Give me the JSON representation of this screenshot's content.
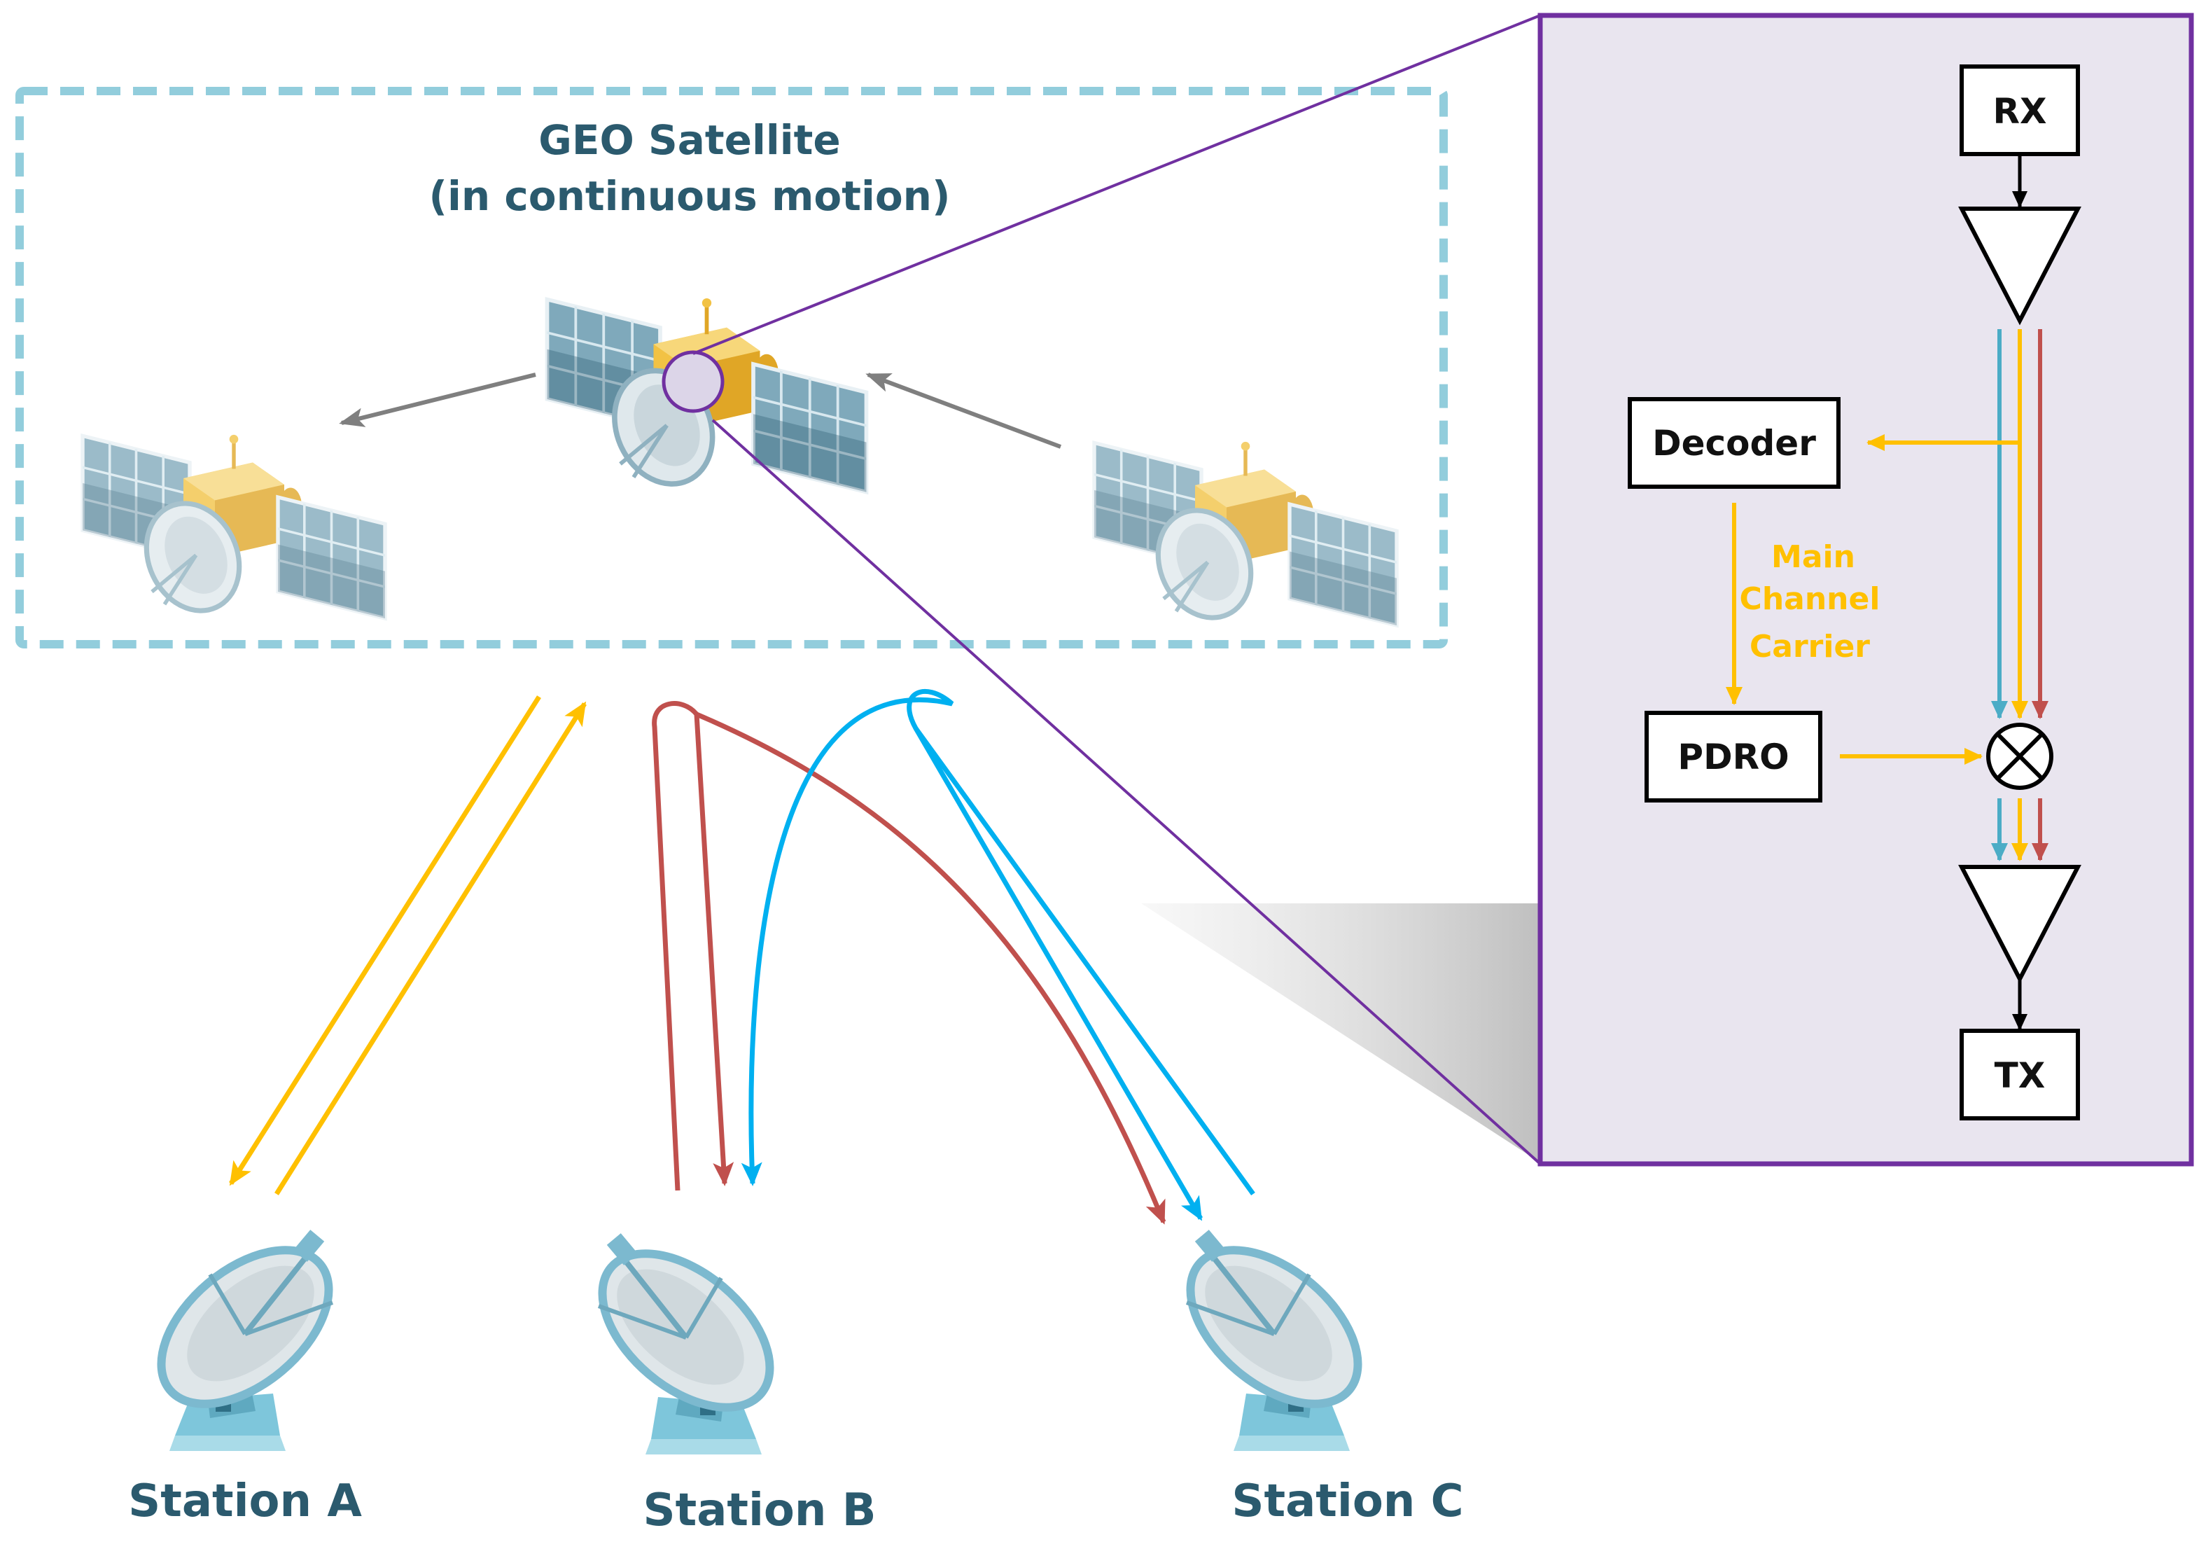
{
  "satellite_area": {
    "title_line1": "GEO Satellite",
    "title_line2": "(in continuous motion)"
  },
  "stations": [
    {
      "label": "Station A"
    },
    {
      "label": "Station B"
    },
    {
      "label": "Station C"
    }
  ],
  "transponder": {
    "rx_label": "RX",
    "tx_label": "TX",
    "decoder_label": "Decoder",
    "pdro_label": "PDRO",
    "carrier_label_line1": "Main",
    "carrier_label_line2": "Channel",
    "carrier_label_line3": "Carrier"
  },
  "colors": {
    "station_a_link": "#ffc000",
    "station_b_link": "#c0504d",
    "station_c_link": "#00b0f0",
    "zoom_frame": "#7030a0",
    "dashed_frame": "#92cddc",
    "label_text": "#2b5a6e"
  }
}
